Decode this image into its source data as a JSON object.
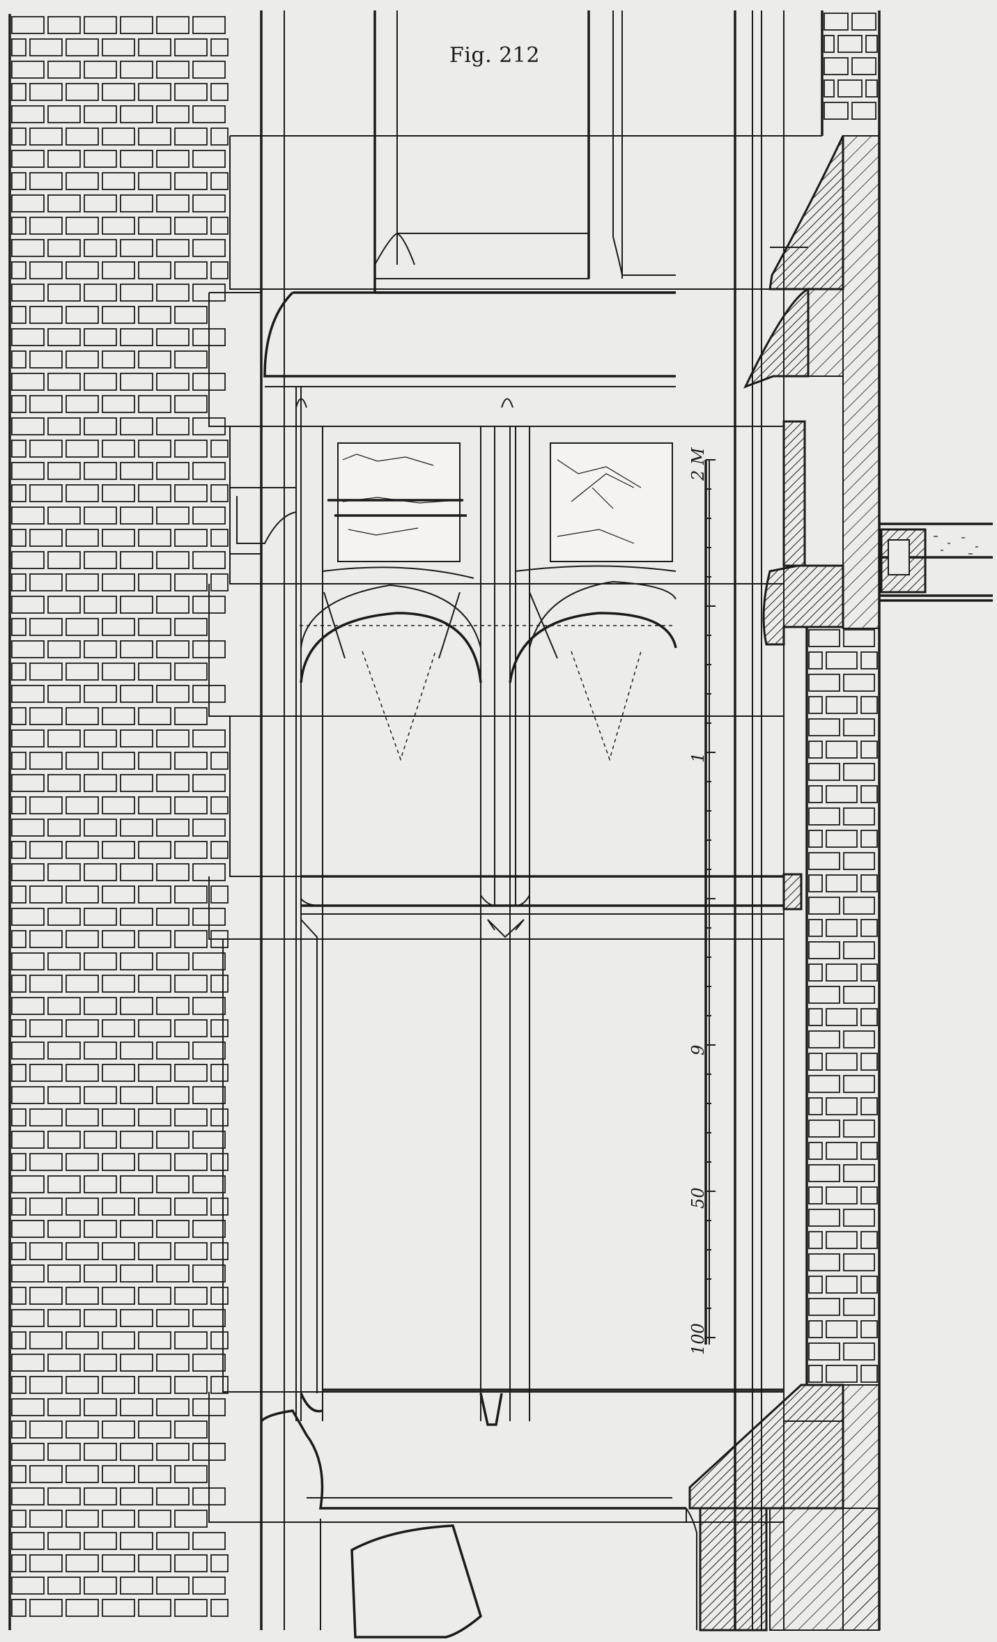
{
  "figure": {
    "caption": "Fig. 212"
  },
  "scale_bar": {
    "unit_label": "2 M",
    "labels": [
      "1",
      "9",
      "50",
      "100"
    ]
  },
  "colors": {
    "paper": "#ececea",
    "ink": "#1b1b1b"
  }
}
